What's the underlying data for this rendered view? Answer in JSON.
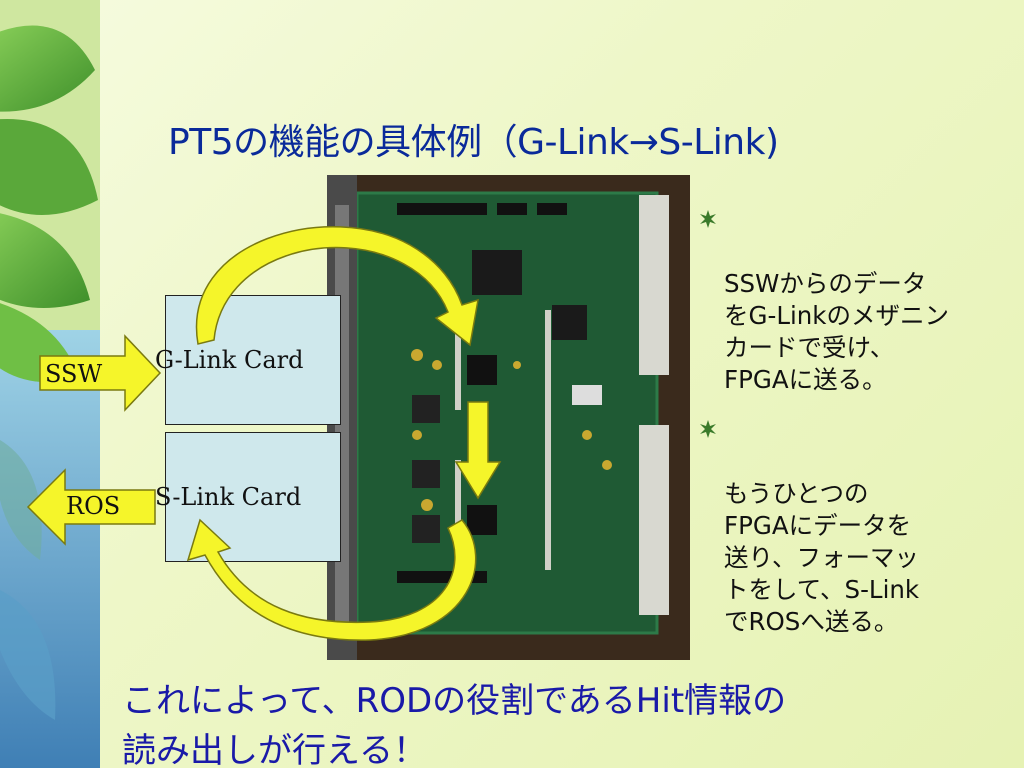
{
  "slide": {
    "title": "PT5の機能の具体例（G-Link→S-Link)",
    "footer_text": "これによって、RODの役割であるHit情報の\n読み出しが行える！"
  },
  "diagram": {
    "gLinkCard": "G-Link Card",
    "sLinkCard": "S-Link Card",
    "sswArrow": "SSW",
    "rosArrow": "ROS"
  },
  "bullets": [
    {
      "text": "SSWからのデータ\nをG-Linkのメザニン\nカードで受け、\nFPGAに送る。"
    },
    {
      "text": "もうひとつの\nFPGAにデータを\n送り、フォーマッ\nトをして、S-Link\nでROSへ送る。"
    }
  ],
  "colors": {
    "title": "#0a2a9a",
    "footer": "#1a1aa8",
    "arrowFill": "#f5f52a",
    "arrowStroke": "#7a7a10",
    "cardFill": "#cfe8ec",
    "board": "#1f5a34"
  },
  "icons": {
    "bullet": "leaf-bullet-icon"
  }
}
